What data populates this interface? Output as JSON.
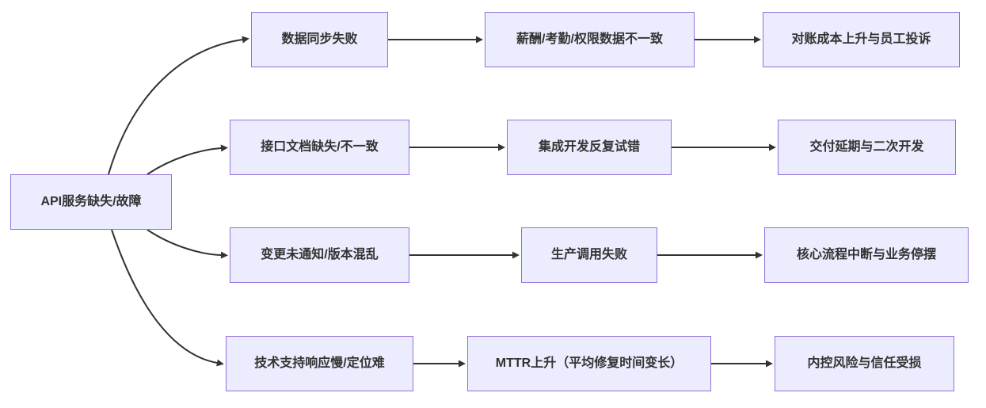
{
  "diagram": {
    "type": "flowchart",
    "direction": "left-to-right",
    "root": {
      "label": "API服务缺失/故障"
    },
    "chains": [
      {
        "cause": "数据同步失败",
        "effect": "薪酬/考勤/权限数据不一致",
        "impact": "对账成本上升与员工投诉"
      },
      {
        "cause": "接口文档缺失/不一致",
        "effect": "集成开发反复试错",
        "impact": "交付延期与二次开发"
      },
      {
        "cause": "变更未通知/版本混乱",
        "effect": "生产调用失败",
        "impact": "核心流程中断与业务停摆"
      },
      {
        "cause": "技术支持响应慢/定位难",
        "effect": "MTTR上升（平均修复时间变长）",
        "impact": "内控风险与信任受损"
      }
    ],
    "edges": [
      {
        "from": "API服务缺失/故障",
        "to": "数据同步失败"
      },
      {
        "from": "API服务缺失/故障",
        "to": "接口文档缺失/不一致"
      },
      {
        "from": "API服务缺失/故障",
        "to": "变更未通知/版本混乱"
      },
      {
        "from": "API服务缺失/故障",
        "to": "技术支持响应慢/定位难"
      },
      {
        "from": "数据同步失败",
        "to": "薪酬/考勤/权限数据不一致"
      },
      {
        "from": "薪酬/考勤/权限数据不一致",
        "to": "对账成本上升与员工投诉"
      },
      {
        "from": "接口文档缺失/不一致",
        "to": "集成开发反复试错"
      },
      {
        "from": "集成开发反复试错",
        "to": "交付延期与二次开发"
      },
      {
        "from": "变更未通知/版本混乱",
        "to": "生产调用失败"
      },
      {
        "from": "生产调用失败",
        "to": "核心流程中断与业务停摆"
      },
      {
        "from": "技术支持响应慢/定位难",
        "to": "MTTR上升（平均修复时间变长）"
      },
      {
        "from": "MTTR上升（平均修复时间变长）",
        "to": "内控风险与信任受损"
      }
    ],
    "colors": {
      "node_fill": "#ECECFF",
      "node_border": "#9370DB",
      "edge_line": "#333333",
      "text": "#333333",
      "background": "#FFFFFF"
    }
  }
}
